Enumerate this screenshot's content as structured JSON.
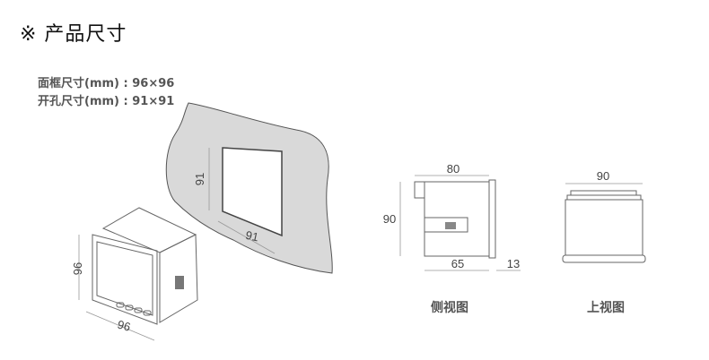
{
  "title": "※ 产品尺寸",
  "specs": {
    "frame_size": "面框尺寸(mm) : 96×96",
    "cutout_size": "开孔尺寸(mm) : 91×91"
  },
  "panel_cutout": {
    "height": "91",
    "width": "91"
  },
  "front_view": {
    "height": "96",
    "width": "96"
  },
  "side_view": {
    "total_depth": "80",
    "height": "90",
    "body_depth": "65",
    "front_depth": "13",
    "caption": "侧视图"
  },
  "top_view": {
    "width": "90",
    "caption": "上视图"
  },
  "colors": {
    "panel": "#d9d9d9",
    "line": "#666666"
  }
}
